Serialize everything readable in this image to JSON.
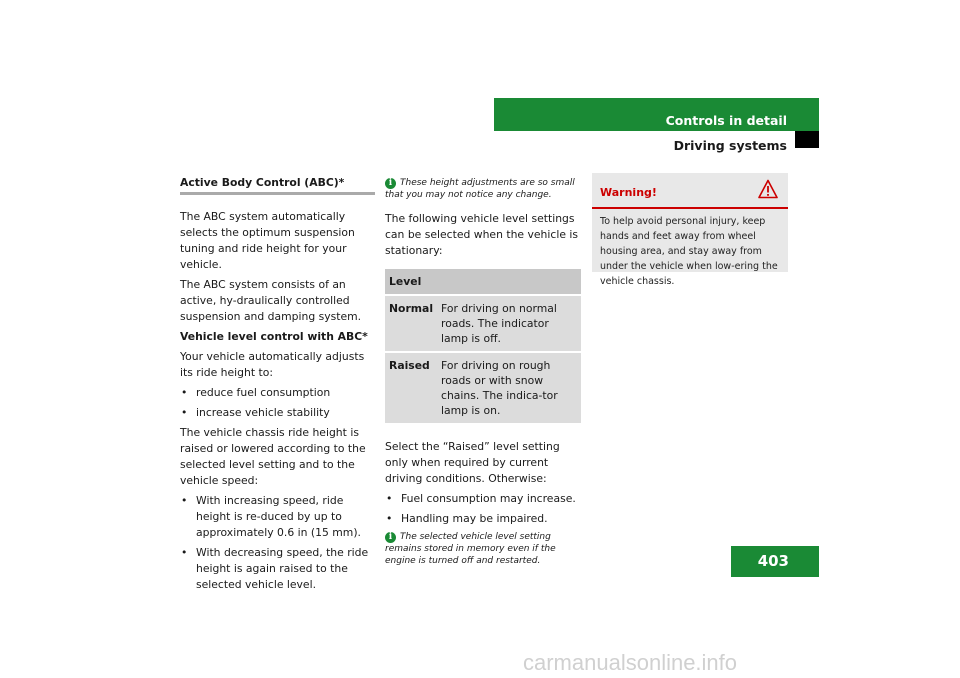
{
  "header": {
    "title": "Controls in detail",
    "section": "Driving systems"
  },
  "col1": {
    "heading": "Active Body Control (ABC)*",
    "p1": "The ABC system automatically selects the optimum suspension tuning and ride height for your vehicle.",
    "p2": "The ABC system consists of an active, hy-draulically controlled suspension and damping system.",
    "subheading": "Vehicle level control with ABC*",
    "p3": "Your vehicle automatically adjusts its ride height to:",
    "bullets1": [
      "reduce fuel consumption",
      "increase vehicle stability"
    ],
    "p4": "The vehicle chassis ride height is raised or lowered according to the selected level setting and to the vehicle speed:",
    "bullets2": [
      "With increasing speed, ride height is re-duced by up to approximately 0.6 in (15 mm).",
      "With decreasing speed, the ride height is again raised to the selected vehicle level."
    ]
  },
  "col2": {
    "note1": "These height adjustments are so small that you may not notice any change.",
    "p1": "The following vehicle level settings can be selected when the vehicle is stationary:",
    "table": {
      "header": "Level",
      "rows": [
        {
          "level": "Normal",
          "desc": "For driving on normal roads. The indicator lamp is off."
        },
        {
          "level": "Raised",
          "desc": "For driving on rough roads or with snow chains. The indica-tor lamp is on."
        }
      ]
    },
    "p2": "Select the “Raised” level setting only when required by current driving conditions. Otherwise:",
    "bullets": [
      "Fuel consumption may increase.",
      "Handling may be impaired."
    ],
    "note2": "The selected vehicle level setting remains stored in memory even if the engine is turned off and restarted."
  },
  "warning": {
    "title": "Warning!",
    "text": "To help avoid personal injury, keep hands and feet away from wheel housing area, and stay away from under the vehicle when low-ering the vehicle chassis."
  },
  "page_number": "403",
  "watermark": "carmanualsonline.info",
  "colors": {
    "accent": "#1a8a35",
    "warning": "#cc0000"
  }
}
